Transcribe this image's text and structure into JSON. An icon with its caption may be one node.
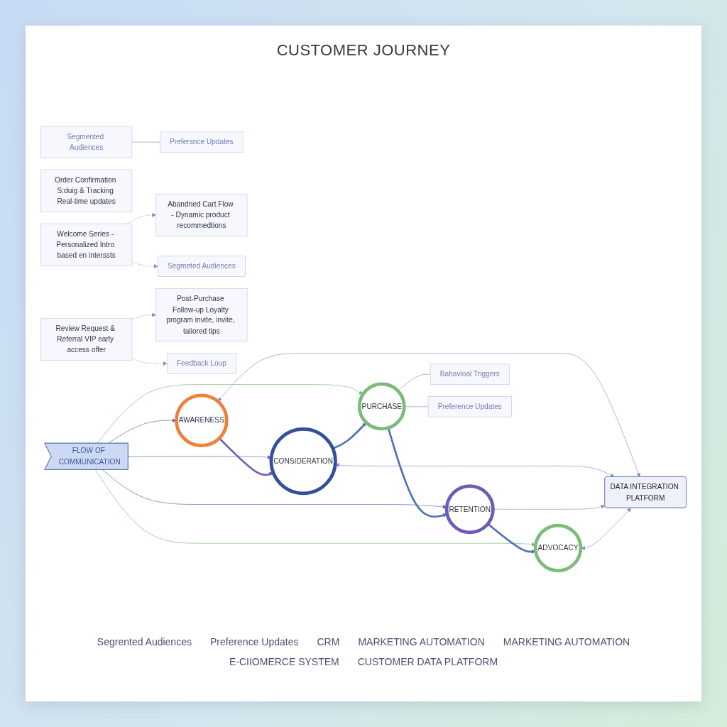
{
  "diagram": {
    "title": "CUSTOMER JOURNEY",
    "nodes": [
      {
        "text": [
          "Welcome Series - Personalized Intro based en interssts"
        ]
      },
      {
        "text": [
          "Abandned Cart Flow - Dynamic product recommedtions"
        ]
      },
      {
        "text": [
          "Order Confirmation S:duig & Tracking Real-time updates"
        ]
      },
      {
        "text": [
          "Post-Purchase Follow-up Loyalty program invite, invite, taliored tips"
        ]
      },
      {
        "text": [
          "Review Request & Referral VIP early access offer"
        ]
      },
      {
        "text": [
          "Segmeted Audiences"
        ]
      },
      {
        "text": [
          "Feedback Loup"
        ]
      },
      {
        "text": [
          "FLOW OF COMMUNICATION"
        ]
      },
      {
        "text": [
          "AWARENESS"
        ]
      },
      {
        "text": [
          "CONSIDERATION"
        ]
      },
      {
        "text": [
          "PURCHASE"
        ]
      },
      {
        "text": [
          "RETENTION"
        ]
      },
      {
        "text": [
          "ADVOCACY"
        ]
      },
      {
        "text": [
          "Segmented Audiences"
        ]
      },
      {
        "text": [
          "Bahavioal Triggers"
        ]
      },
      {
        "text": [
          "Preference Updates"
        ]
      },
      {
        "text": [
          "Prefersnce Updates"
        ]
      },
      {
        "text": [
          "DATA INTEGRATION PLATFORM"
        ]
      }
    ],
    "edges": [
      {
        "from": 0,
        "to": 1,
        "arrow": "to",
        "style": "dashed"
      },
      {
        "from": 4,
        "to": 3,
        "arrow": "to",
        "style": "dashed"
      },
      {
        "from": 0,
        "to": 5,
        "arrow": "to",
        "style": "dashed"
      },
      {
        "from": 4,
        "to": 6,
        "arrow": "to",
        "style": "dashed"
      },
      {
        "from": 7,
        "to": 8,
        "arrow": "to",
        "color": "#6e5fb5"
      },
      {
        "from": 7,
        "to": 9,
        "arrow": "to",
        "color": "#4a6db0"
      },
      {
        "from": 7,
        "to": 10,
        "arrow": "to",
        "color": "#7db77a"
      },
      {
        "from": 7,
        "to": 11,
        "arrow": "to",
        "color": "#6e5fb5"
      },
      {
        "from": 7,
        "to": 12,
        "arrow": "to",
        "color": "#7db77a"
      },
      {
        "from": 8,
        "to": 9,
        "arrow": "to",
        "style": "thick",
        "color": "#6e5fb5"
      },
      {
        "from": 9,
        "to": 10,
        "arrow": "to",
        "style": "thick",
        "color": "#4f72b5"
      },
      {
        "from": 10,
        "to": 11,
        "arrow": "to",
        "style": "thick",
        "color": "#4f72b5"
      },
      {
        "from": 11,
        "to": 12,
        "arrow": "to",
        "style": "thick",
        "color": "#4f72b5"
      },
      {
        "from": 8,
        "to": 17,
        "arrow": "both"
      },
      {
        "from": 9,
        "to": 17,
        "arrow": "both"
      },
      {
        "from": 10,
        "to": 14,
        "arrow": "none"
      },
      {
        "from": 10,
        "to": 15,
        "arrow": "none"
      },
      {
        "from": 11,
        "to": 17,
        "arrow": "to"
      },
      {
        "from": 12,
        "to": 17,
        "arrow": "both"
      },
      {
        "from": 13,
        "to": 16,
        "arrow": "none"
      }
    ],
    "labels": [
      "Segrented Audiences",
      "Preference Updates",
      "CRM",
      "MARKETING AUTOMATION",
      "MARKETING AUTOMATION",
      "E-CIIOMERCE SYSTEM",
      "CUSTOMER DATA PLATFORM"
    ]
  }
}
